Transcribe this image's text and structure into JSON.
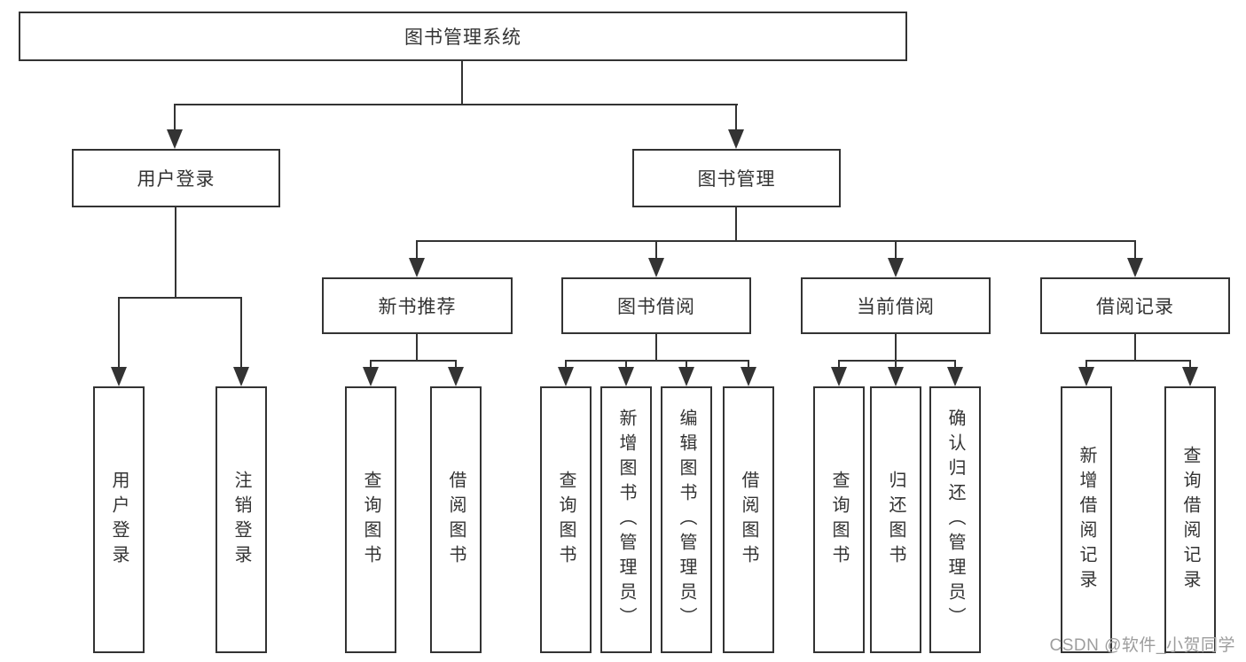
{
  "diagram": {
    "root": "图书管理系统",
    "user_login": {
      "label": "用户登录",
      "children": [
        "用户登录",
        "注销登录"
      ]
    },
    "book_management": {
      "label": "图书管理",
      "new_book_recommend": {
        "label": "新书推荐",
        "children": [
          "查询图书",
          "借阅图书"
        ]
      },
      "book_borrowing": {
        "label": "图书借阅",
        "children": [
          "查询图书",
          "新增图书（管理员）",
          "编辑图书（管理员）",
          "借阅图书"
        ]
      },
      "current_borrowing": {
        "label": "当前借阅",
        "children": [
          "查询图书",
          "归还图书",
          "确认归还（管理员）"
        ]
      },
      "borrowing_records": {
        "label": "借阅记录",
        "children": [
          "新增借阅记录",
          "查询借阅记录"
        ]
      }
    }
  },
  "watermark": "CSDN @软件_小贺同学",
  "colors": {
    "line": "#333333",
    "watermark_text": "#9d9d9d",
    "background": "#ffffff"
  }
}
